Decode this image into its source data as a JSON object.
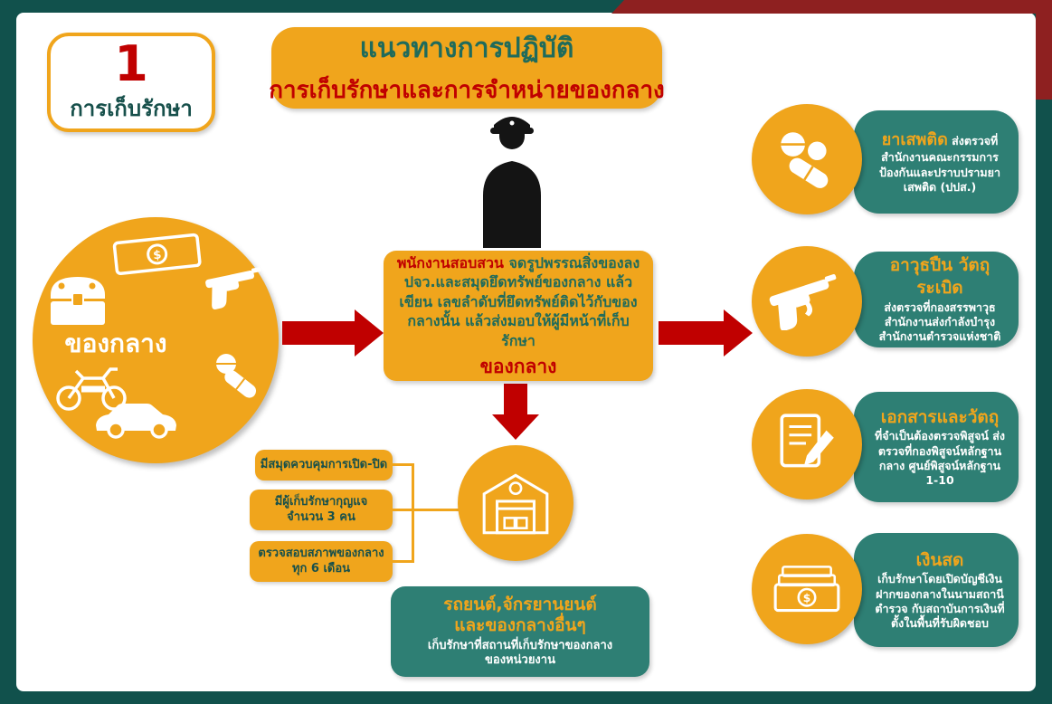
{
  "slide": {
    "badge": {
      "number": "1",
      "label": "การเก็บรักษา"
    },
    "header": {
      "title": "แนวทางการปฏิบัติ",
      "subtitle": "การเก็บรักษาและการจำหน่ายของกลาง"
    }
  },
  "evidence_circle": {
    "label": "ของกลาง"
  },
  "process_box": {
    "highlight": "พนักงานสอบสวน",
    "body": "จดรูปพรรณสิ่งของลง ปจว.และสมุดยึดทรัพย์ของกลาง แล้วเขียน เลขลำดับที่ยึดทรัพย์ติดไว้กับของกลางนั้น แล้วส่งมอบให้ผู้มีหน้าที่เก็บรักษา",
    "footer": "ของกลาง"
  },
  "storage_rules": [
    {
      "line1": "มีสมุดควบคุมการเปิด-ปิด",
      "line2": ""
    },
    {
      "line1": "มีผู้เก็บรักษากุญแจ",
      "line2": "จำนวน 3 คน"
    },
    {
      "line1": "ตรวจสอบสภาพของกลาง",
      "line2": "ทุก 6 เดือน"
    }
  ],
  "vehicle_note": {
    "title1": "รถยนต์,จักรยานยนต์",
    "title2": "และของกลางอื่นๆ",
    "body1": "เก็บรักษาที่สถานที่เก็บรักษาของกลาง",
    "body2": "ของหน่วยงาน"
  },
  "right_items": [
    {
      "icon": "pills-icon",
      "title": "ยาเสพติด",
      "body": "ส่งตรวจที่ สำนักงานคณะกรรมการ ป้องกันและปราบปรามยา เสพติด (ปปส.)"
    },
    {
      "icon": "revolver-icon",
      "title": "อาวุธปืน วัตถุระเบิด",
      "body": "ส่งตรวจที่กองสรรพาวุธ สำนักงานส่งกำลังบำรุง สำนักงานตำรวจแห่งชาติ"
    },
    {
      "icon": "document-pencil-icon",
      "title": "เอกสารและวัตถุ",
      "body": "ที่จำเป็นต้องตรวจพิสูจน์ ส่งตรวจที่กองพิสูจน์หลักฐาน กลาง ศูนย์พิสูจน์หลักฐาน 1-10"
    },
    {
      "icon": "banknotes-icon",
      "title": "เงินสด",
      "body": "เก็บรักษาโดยเปิดบัญชีเงิน ฝากของกลางในนามสถานี ตำรวจ กับสถาบันการเงินที่ ตั้งในพื้นที่รับผิดชอบ"
    }
  ],
  "colors": {
    "background": "#11514C",
    "card": "#FFFFFF",
    "yellow": "#F0A51C",
    "teal": "#2E7F74",
    "red": "#C00000",
    "maroon": "#8E2020",
    "black": "#141414"
  }
}
